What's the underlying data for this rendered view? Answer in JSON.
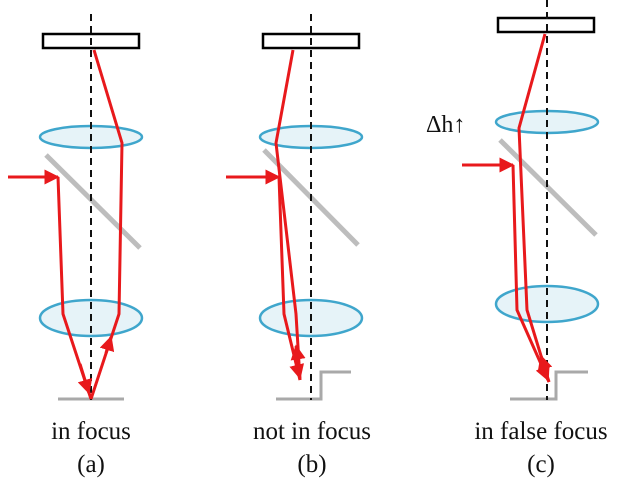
{
  "colors": {
    "ray": "#e8191c",
    "lens_stroke": "#3fa6cc",
    "lens_fill": "#e6f3f8",
    "splitter": "#bdbdbd",
    "sample": "#a9a9a9",
    "optical_axis": "#111111",
    "detector": "#000000"
  },
  "panels": [
    {
      "id": "a",
      "caption": "in focus",
      "label": "(a)"
    },
    {
      "id": "b",
      "caption": "not in focus",
      "label": "(b)"
    },
    {
      "id": "c",
      "caption": "in false focus",
      "label": "(c)",
      "shift_label": "Δh↑"
    }
  ]
}
